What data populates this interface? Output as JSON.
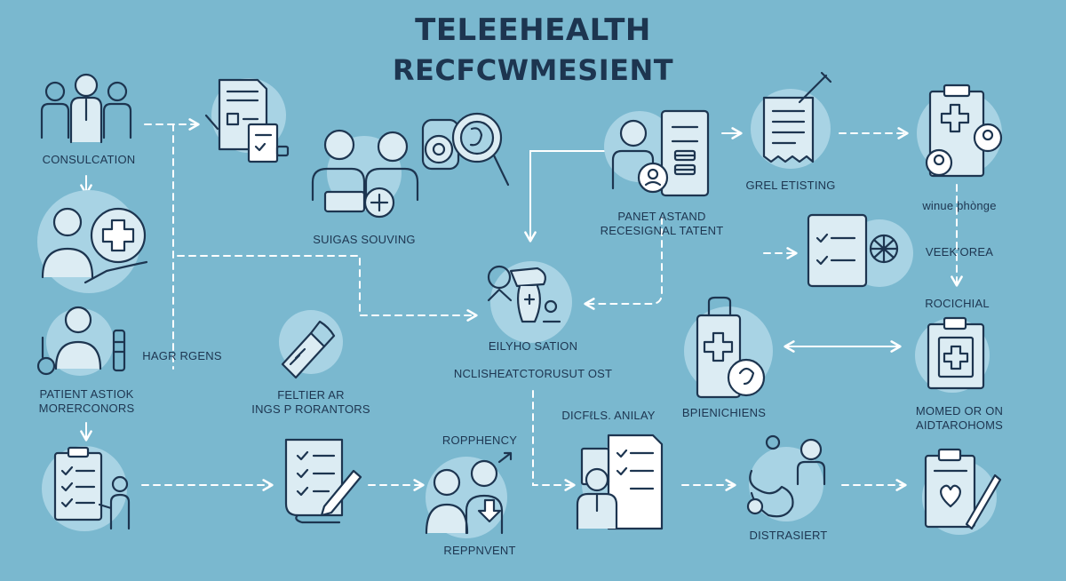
{
  "title": {
    "line1": "TELEEHEALTH",
    "line2": "RECFCWMESIENT"
  },
  "labels": {
    "consulcation": "CONSULCATION",
    "hagr_rgens": "HAGR RGENS",
    "patient_astiok": "PATIENT ASTIOK",
    "morerconors": "MORERCONORS",
    "suigas_souving": "SUIGAS SOUVING",
    "feltier_ar": "FELTIER AR",
    "ings_rorantors": "INGS P RORANTORS",
    "eilyho_sation": "EILYHO SATION",
    "nclisheatctorusut": "NCLISHEATCTORUSUT OST",
    "ropphency": "ROPPHENCY",
    "reppnvent": "REPPNVENT",
    "panet_astand": "PANET ASTAND",
    "recesignal_tatent": "RECESIGNAL TATENT",
    "dicfels_anilay": "DICFℓLS. ANILAY",
    "grel_etisting": "GREL ETISTING",
    "bpienichiens": "BPIENICHIENS",
    "distrasiert": "DISTRASIERT",
    "winue_honge": "winue þhònge",
    "veekorea": "VEEK’OREA",
    "rocichial": "ROCICHIAL",
    "momed_or_on": "MOMED OR ON",
    "aidtarohoms": "AIDTAROHOMS"
  },
  "colors": {
    "background": "#7ab8cf",
    "circle": "#a8d3e4",
    "stroke": "#1d3550",
    "fill_light": "#dcecf3",
    "arrow": "#ffffff"
  }
}
